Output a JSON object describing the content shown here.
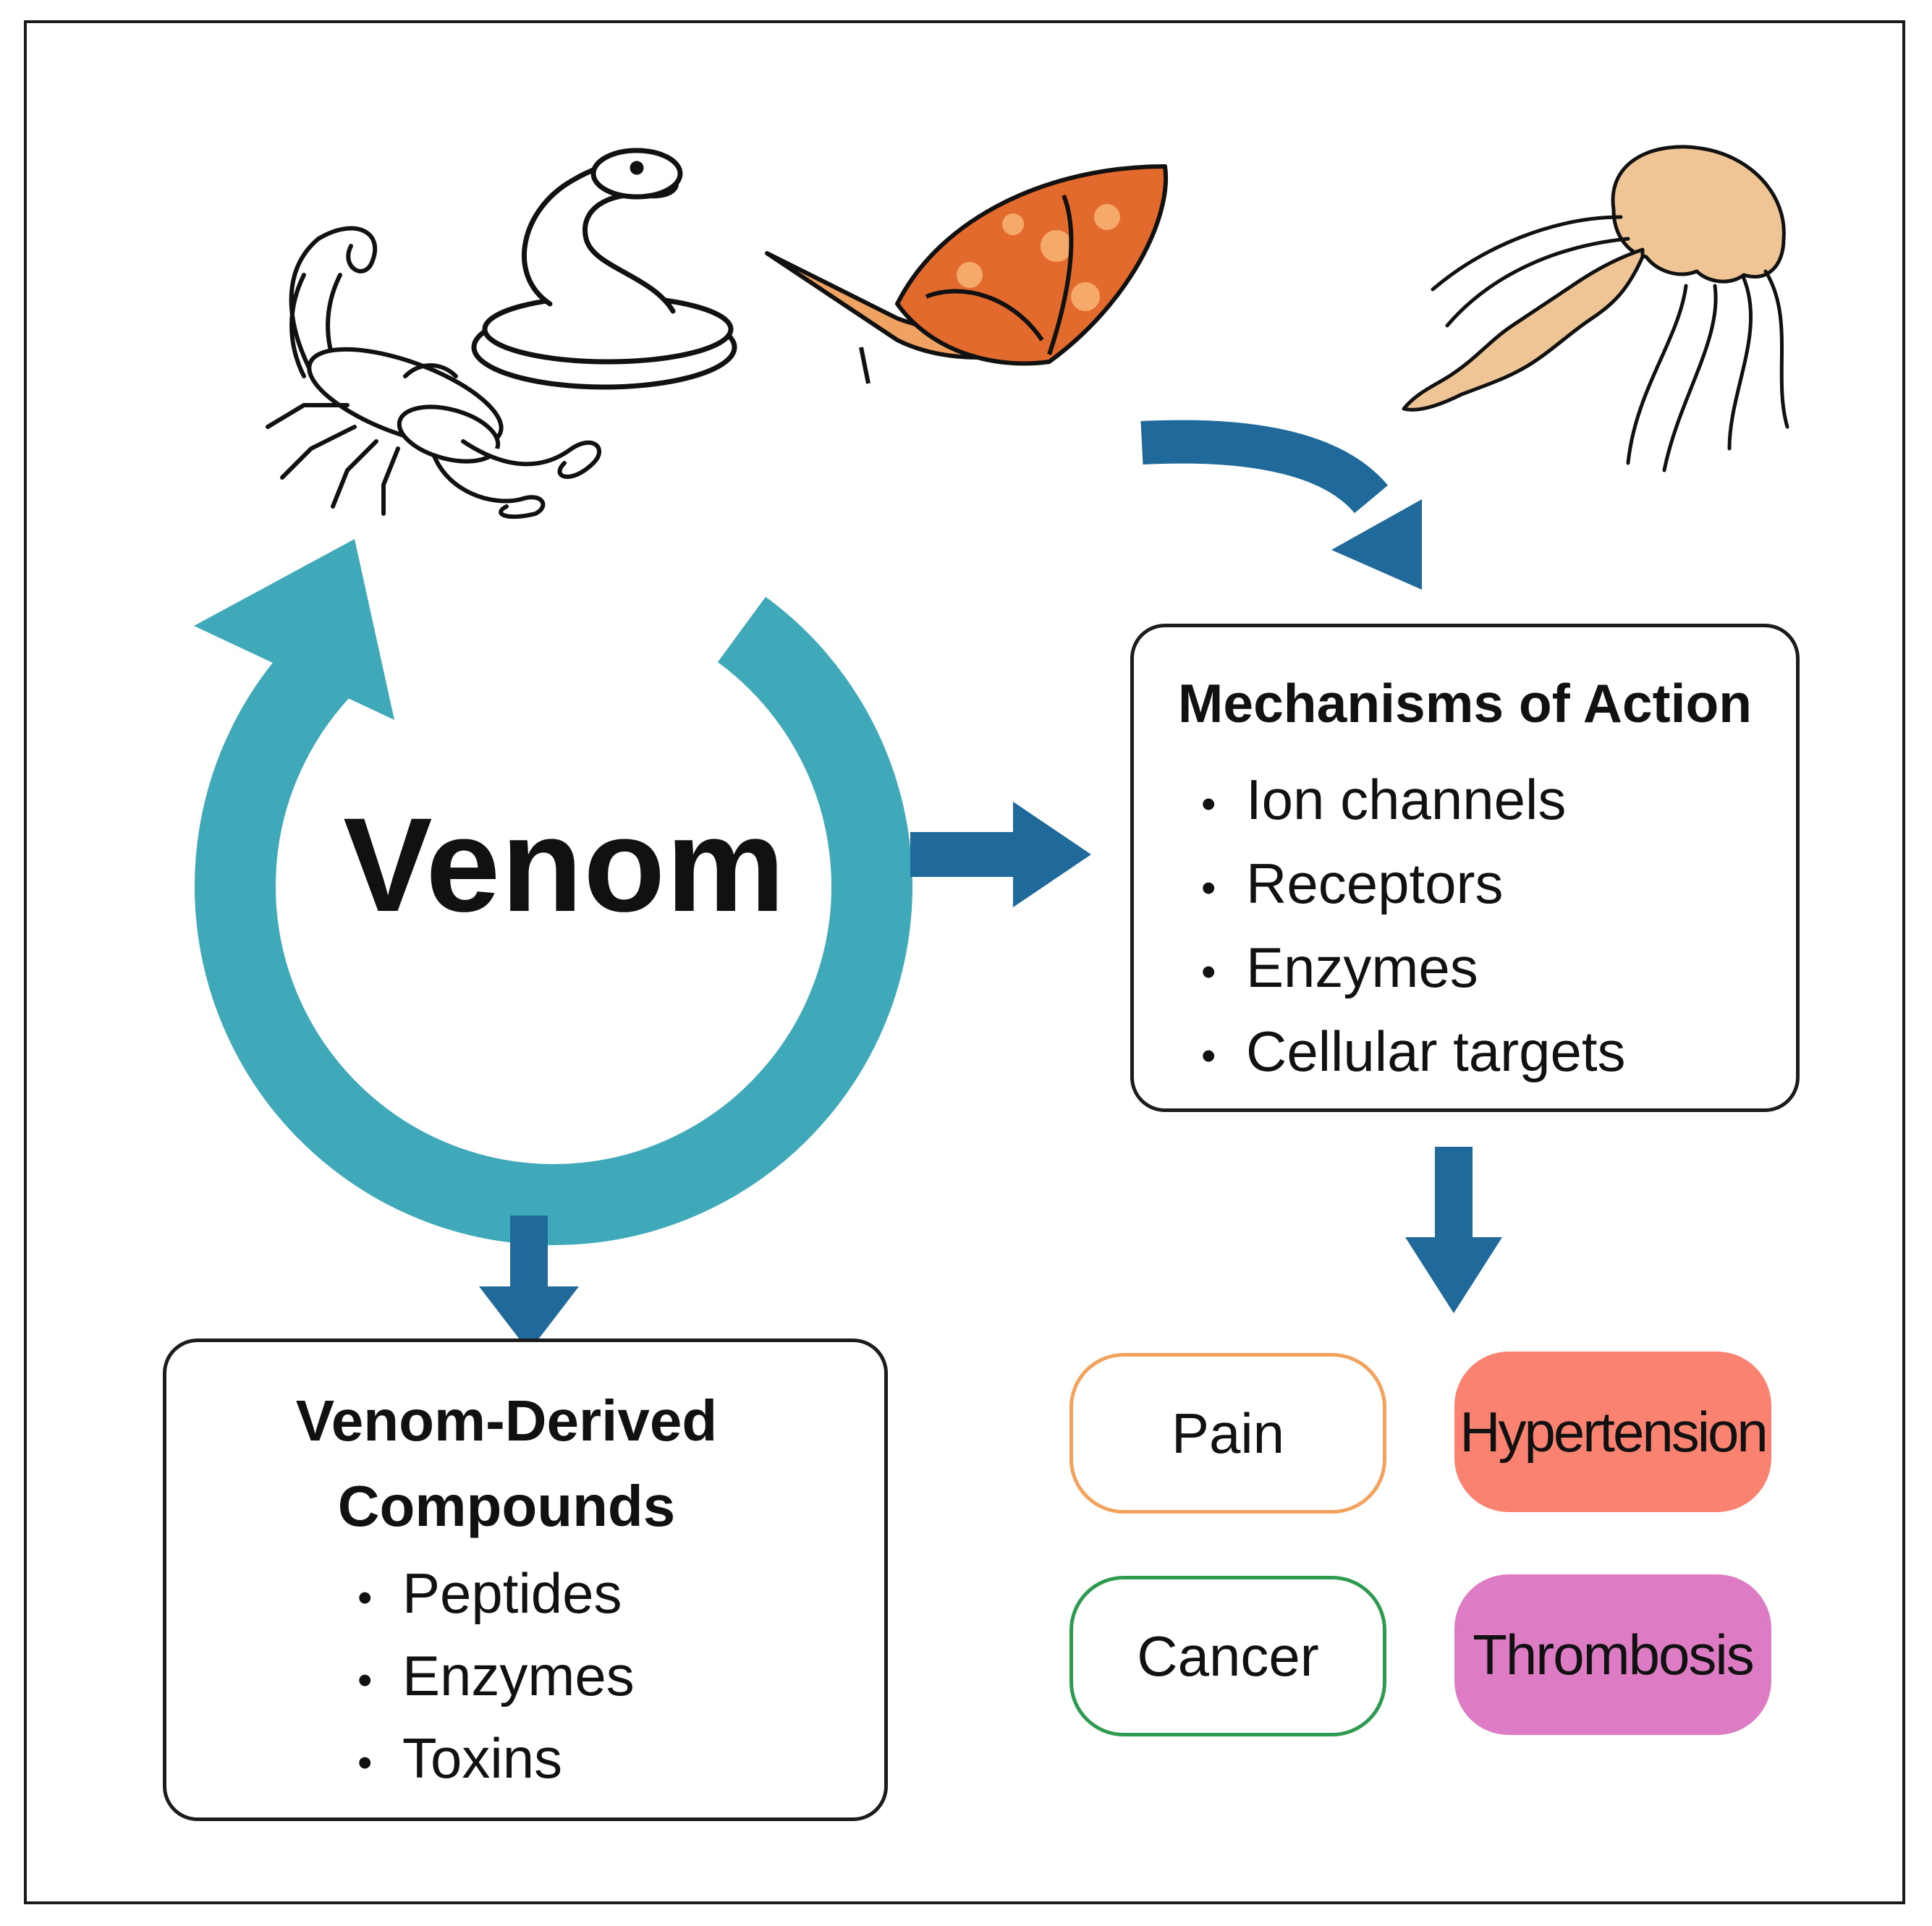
{
  "center": {
    "title": "Venom"
  },
  "mechanisms": {
    "title": "Mechanisms of Action",
    "items": [
      "Ion channels",
      "Receptors",
      "Enzymes",
      "Cellular targets"
    ]
  },
  "compounds": {
    "title": "Venom-Derived Compounds",
    "items": [
      "Peptides",
      "Enzymes",
      "Toxins"
    ]
  },
  "conditions": {
    "pain": "Pain",
    "hypertension": "Hypertension",
    "cancer": "Cancer",
    "thrombosis": "Thrombosis"
  },
  "colors": {
    "cycle_arrow": "#3fa9b9",
    "flow_arrow": "#1f6a9b",
    "pain_border": "#f2a25c",
    "hypertension_fill": "#fa8270",
    "cancer_border": "#2e9a4f",
    "thrombosis_fill": "#dd7cc4"
  },
  "illustrations": [
    "scorpion-icon",
    "snake-icon",
    "cone-snail-icon",
    "jellyfish-icon"
  ]
}
